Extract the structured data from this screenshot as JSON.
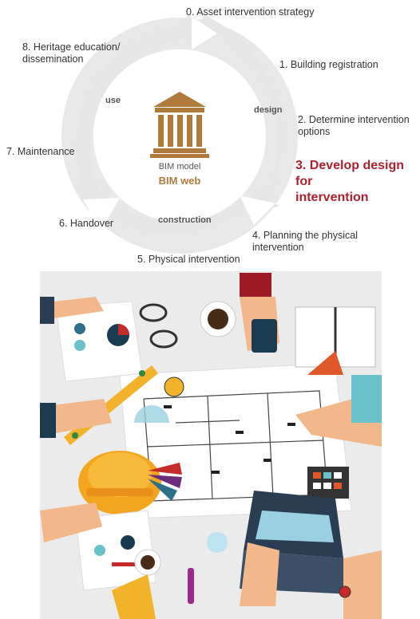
{
  "cycle": {
    "steps": [
      "0. Asset intervention strategy",
      "1. Building registration",
      "2. Determine intervention\noptions",
      "3. Develop design\nfor\nintervention",
      "4. Planning the physical\nintervention",
      "5. Physical intervention",
      "6. Handover",
      "7. Maintenance",
      "8. Heritage education/\ndissemination"
    ],
    "phases": {
      "design": "design",
      "construction": "construction",
      "use": "use"
    },
    "center": {
      "model": "BIM model",
      "web": "BIM web"
    }
  },
  "colors": {
    "ring": "#e6e6e6",
    "highlight": "#b11f2c",
    "building": "#b07a3a",
    "desk": "#ebebeb"
  }
}
